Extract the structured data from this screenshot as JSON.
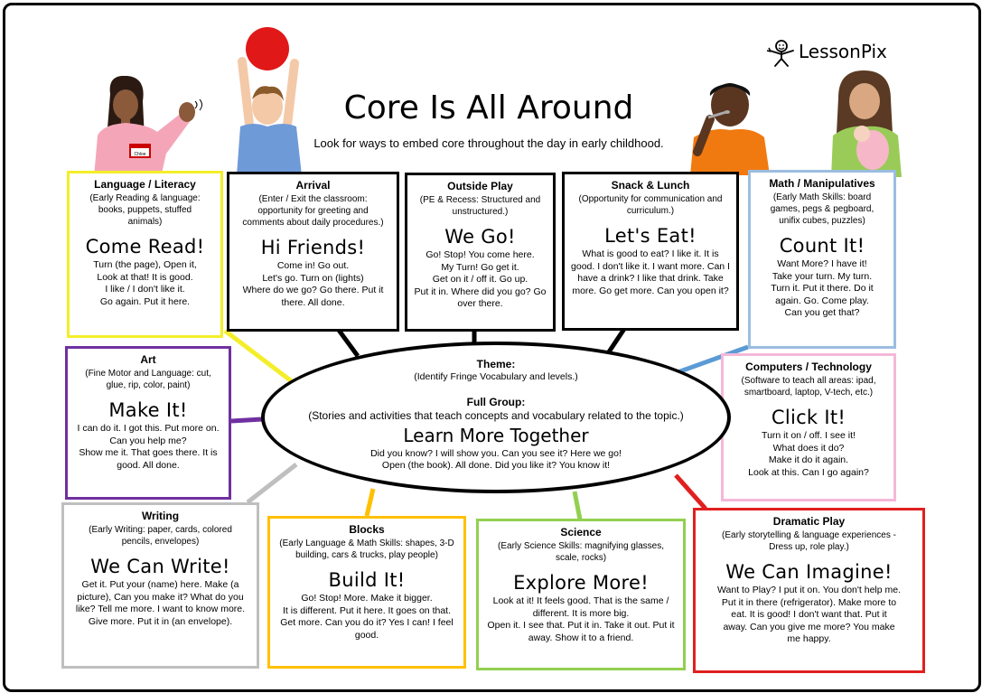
{
  "title": "Core Is All Around",
  "subtitle": "Look for ways to embed core throughout the day in early childhood.",
  "logo": "LessonPix",
  "badge": "Chloe",
  "center": {
    "theme_title": "Theme:",
    "theme_desc": "(Identify Fringe Vocabulary and levels.)",
    "group_title": "Full Group:",
    "group_desc": "(Stories and activities that teach concepts and vocabulary related to the topic.)",
    "core": "Learn More Together",
    "phrases": "Did you know? I will show you. Can you see it? Here we go!\nOpen (the book). All done. Did you like it? You know it!"
  },
  "boxes": {
    "language": {
      "title": "Language / Literacy",
      "desc": "(Early Reading & language:\nbooks, puppets, stuffed\nanimals)",
      "core": "Come Read!",
      "phrases": "Turn (the page), Open it,\nLook at that! It is good.\nI like / I don't like it.\nGo again. Put it here.",
      "color": "#f4ee2a"
    },
    "arrival": {
      "title": "Arrival",
      "desc": "(Enter / Exit the classroom:\nopportunity for greeting and\ncomments about daily procedures.)",
      "core": "Hi Friends!",
      "phrases": "Come in! Go out.\nLet's go. Turn on (lights)\nWhere do we go? Go there. Put it\nthere. All done.",
      "color": "#000000"
    },
    "outside": {
      "title": "Outside Play",
      "desc": "(PE & Recess: Structured and\nunstructured.)",
      "core": "We Go!",
      "phrases": "Go! Stop! You come here.\nMy Turn! Go get it.\nGet on it / off it. Go up.\nPut it in. Where did you go? Go\nover there.",
      "color": "#000000"
    },
    "snack": {
      "title": "Snack & Lunch",
      "desc": "(Opportunity for communication and\ncurriculum.)",
      "core": "Let's Eat!",
      "phrases": "What is good to eat? I like it. It is\ngood. I don't like it. I want more. Can I\nhave a drink? I like that drink. Take\nmore. Go get more. Can you open it?",
      "color": "#000000"
    },
    "math": {
      "title": "Math / Manipulatives",
      "desc": "(Early Math Skills: board\ngames, pegs & pegboard,\nunifix cubes, puzzles)",
      "core": "Count It!",
      "phrases": "Want More? I have it!\nTake your turn. My turn.\nTurn it. Put it there. Do it\nagain. Go. Come play.\nCan you get that?",
      "color": "#9bbde0"
    },
    "art": {
      "title": "Art",
      "desc": "(Fine Motor and Language: cut,\nglue, rip, color, paint)",
      "core": "Make It!",
      "phrases": "I can do it. I got this. Put more on.\nCan you help me?\nShow me it. That goes there. It is\ngood. All done.",
      "color": "#7030a0"
    },
    "computers": {
      "title": "Computers / Technology",
      "desc": "(Software to teach all areas: ipad,\nsmartboard, laptop, V-tech, etc.)",
      "core": "Click It!",
      "phrases": "Turn it on / off.  I see it!\nWhat does it do?\nMake it do it again.\nLook at this. Can I go again?",
      "color": "#f4b8d8"
    },
    "writing": {
      "title": "Writing",
      "desc": "(Early Writing: paper, cards, colored\npencils, envelopes)",
      "core": "We Can Write!",
      "phrases": "Get it. Put your (name) here. Make (a\npicture), Can you make it? What do you\nlike? Tell me more. I want to know more.\nGive more. Put it in (an envelope).",
      "color": "#bfbfbf"
    },
    "blocks": {
      "title": "Blocks",
      "desc": "(Early Language & Math Skills: shapes, 3-D\nbuilding, cars & trucks, play people)",
      "core": "Build It!",
      "phrases": "Go! Stop! More. Make it bigger.\nIt is different. Put it here. It goes on that.\nGet more. Can you do it? Yes I can! I feel\ngood.",
      "color": "#ffc000"
    },
    "science": {
      "title": "Science",
      "desc": "(Early Science Skills: magnifying glasses,\nscale, rocks)",
      "core": "Explore More!",
      "phrases": "Look at it! It feels good. That is the same /\ndifferent. It is more big.\nOpen it. I see that. Put it in. Take it out. Put it\naway. Show it to a friend.",
      "color": "#92d050"
    },
    "dramatic": {
      "title": "Dramatic Play",
      "desc": "(Early storytelling & language experiences -\nDress up, role play.)",
      "core": "We Can Imagine!",
      "phrases": "Want to Play? I put it on. You don't help me.\nPut it in there (refrigerator). Make more to\neat. It is good! I don't want that. Put it\naway. Can you give me more?  You make\nme happy.",
      "color": "#e02020"
    }
  }
}
